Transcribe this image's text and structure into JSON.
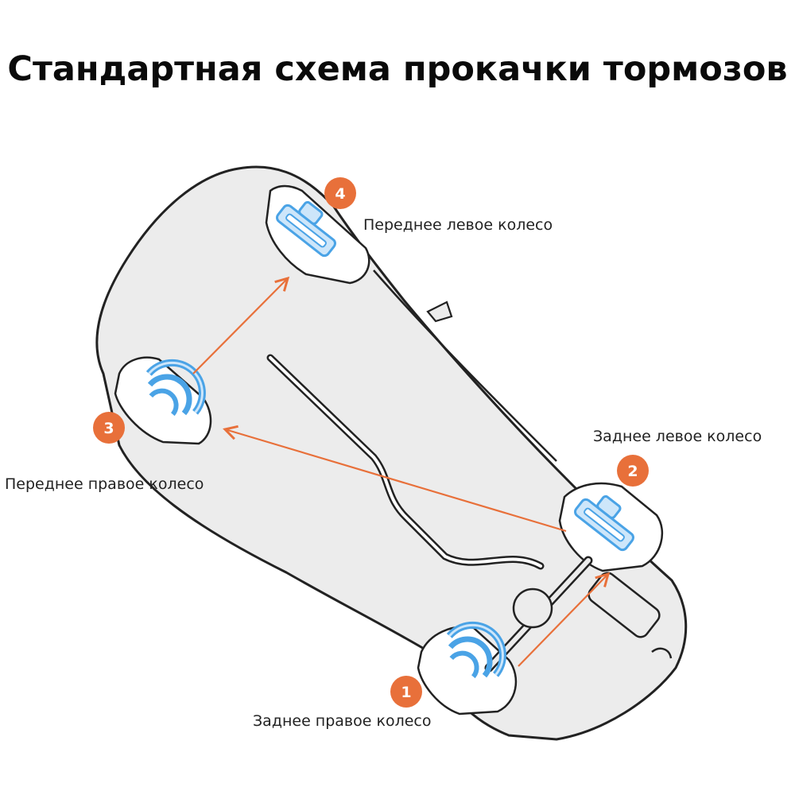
{
  "title": "Стандартная схема прокачки тормозов",
  "colors": {
    "car_fill": "#ececec",
    "outline": "#222222",
    "arrow": "#e8703a",
    "badge": "#e8703a",
    "brake": "#4aa3e6",
    "brake_fill": "#cde6fa"
  },
  "steps": [
    {
      "number": "1",
      "label": "Заднее правое колесо"
    },
    {
      "number": "2",
      "label": "Заднее левое колесо"
    },
    {
      "number": "3",
      "label": "Переднее правое колесо"
    },
    {
      "number": "4",
      "label": "Переднее левое колесо"
    }
  ]
}
